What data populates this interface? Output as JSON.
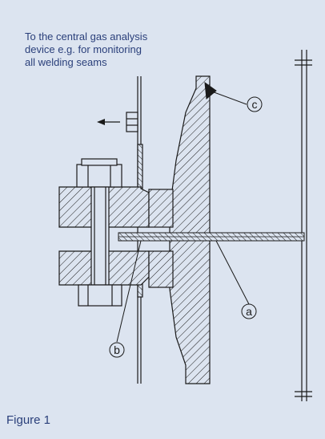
{
  "note": {
    "line1": "To the central gas analysis",
    "line2": "device e.g. for monitoring",
    "line3": "all welding seams"
  },
  "callouts": {
    "a": "a",
    "b": "b",
    "c": "c"
  },
  "caption": "Figure 1",
  "colors": {
    "panel": "#dce4f0",
    "text": "#2a3f7a",
    "line": "#1a1a1a"
  },
  "icons": [
    "arrow-left-icon"
  ]
}
